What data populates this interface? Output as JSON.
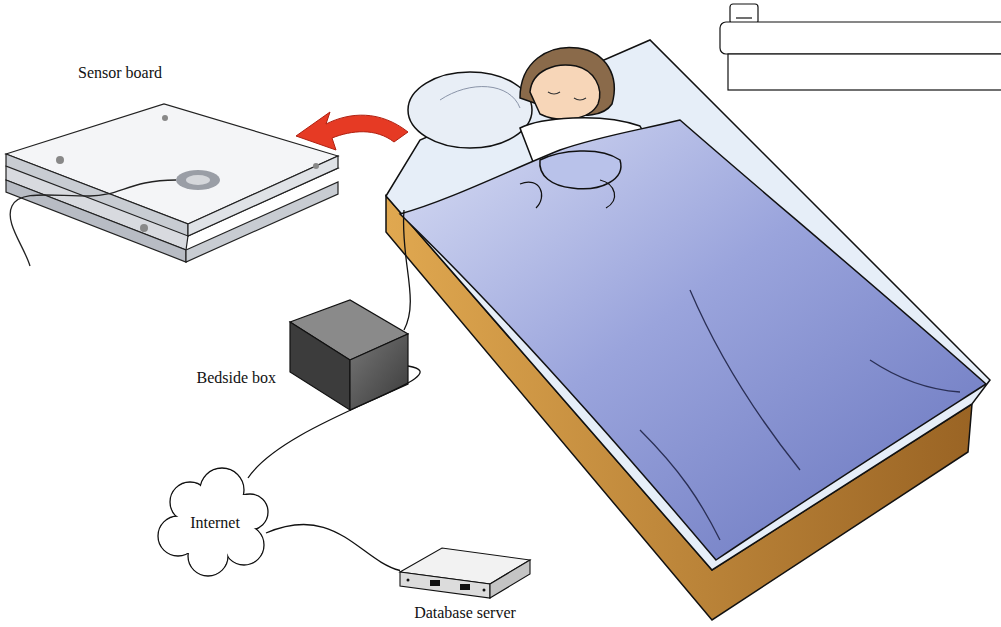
{
  "diagram": {
    "nodes": [
      {
        "text": [
          "Sensor board"
        ]
      },
      {
        "text": [
          "Bedside box"
        ]
      },
      {
        "text": [
          "Internet"
        ]
      },
      {
        "text": [
          "Database server"
        ]
      }
    ],
    "edges": [
      {
        "from": 1,
        "to": 2,
        "arrow": "none"
      },
      {
        "from": 2,
        "to": 3,
        "arrow": "none"
      }
    ]
  }
}
